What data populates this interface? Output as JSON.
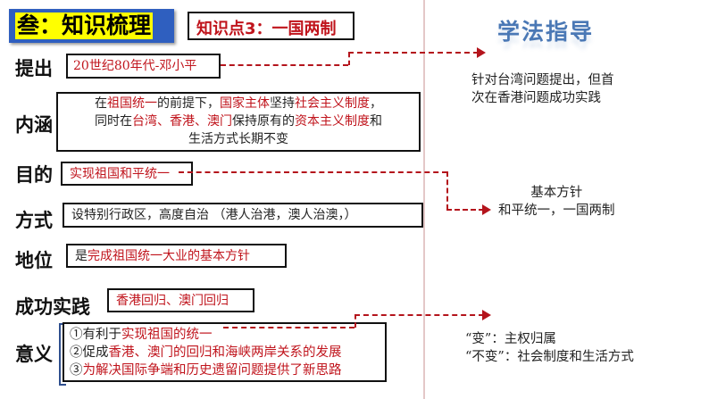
{
  "header": {
    "title": "叁：知识梳理",
    "topic": "知识点3：一国两制"
  },
  "rows": [
    {
      "label": "提出",
      "segments": [
        {
          "t": "20世纪80年代-邓小平",
          "red": true
        }
      ]
    },
    {
      "label": "内涵",
      "lines": [
        [
          {
            "t": "在",
            "red": false
          },
          {
            "t": "祖国统一",
            "red": true
          },
          {
            "t": "的前提下，",
            "red": false
          },
          {
            "t": "国家主体",
            "red": true
          },
          {
            "t": "坚持",
            "red": false
          },
          {
            "t": "社会主义制度",
            "red": true
          },
          {
            "t": "，",
            "red": false
          }
        ],
        [
          {
            "t": "同时在",
            "red": false
          },
          {
            "t": "台湾、香港、澳门",
            "red": true
          },
          {
            "t": "保持原有的",
            "red": false
          },
          {
            "t": "资本主义制度",
            "red": true
          },
          {
            "t": "和",
            "red": false
          }
        ],
        [
          {
            "t": "生活方式长期不变",
            "red": false
          }
        ]
      ]
    },
    {
      "label": "目的",
      "segments": [
        {
          "t": "实现祖国和平统一",
          "red": true
        }
      ]
    },
    {
      "label": "方式",
      "segments": [
        {
          "t": "设特别行政区，高度自治 （港人治港，澳人治澳，）",
          "red": false
        }
      ]
    },
    {
      "label": "地位",
      "segments": [
        {
          "t": "是",
          "red": false
        },
        {
          "t": "完成祖国统一大业的基本方针",
          "red": true
        }
      ]
    },
    {
      "label": "成功实践",
      "segments": [
        {
          "t": "香港回归、澳门回归",
          "red": true
        }
      ]
    },
    {
      "label": "意义",
      "lines": [
        [
          {
            "t": "①有利于",
            "red": false
          },
          {
            "t": "实现祖国的统一",
            "red": true
          }
        ],
        [
          {
            "t": "②促成",
            "red": false
          },
          {
            "t": "香港、澳门的回归和海峡两岸关系的发展",
            "red": true
          }
        ],
        [
          {
            "t": "③",
            "red": false
          },
          {
            "t": "为解决国际争端和历史遗留问题提供了新思路",
            "red": true
          }
        ]
      ]
    }
  ],
  "guide": {
    "title": "学法指导",
    "note1": [
      "针对台湾问题提出，但首",
      "次在香港问题成功实践"
    ],
    "note2": [
      "基本方针",
      "和平统一，一国两制"
    ],
    "note3": [
      "“变”：主权归属",
      "“不变”：社会制度和生活方式"
    ]
  },
  "colors": {
    "accent": "#c0141c",
    "title_bg": "#2f5fbf",
    "title_highlight": "#ffff00",
    "guide_title": "#4a78b5"
  }
}
